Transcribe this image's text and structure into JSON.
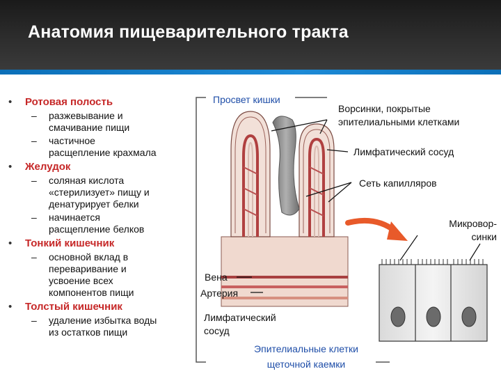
{
  "slide": {
    "title": "Анатомия пищеварительного тракта",
    "accent_color": "#0b6fb8",
    "bullet_color": "#c62828"
  },
  "outline": [
    {
      "heading": "Ротовая полость",
      "items": [
        [
          "разжевывание и",
          "смачивание пищи"
        ],
        [
          "частичное",
          "расщепление крахмала"
        ]
      ]
    },
    {
      "heading": "Желудок",
      "items": [
        [
          "соляная кислота",
          "«стерилизует» пищу и",
          "денатурирует белки"
        ],
        [
          "начинается",
          "расщепление белков"
        ]
      ]
    },
    {
      "heading": "Тонкий кишечник",
      "items": [
        [
          "основной вклад в",
          "переваривание и",
          "усвоение всех",
          "компонентов пищи"
        ]
      ]
    },
    {
      "heading": "Толстый кишечник",
      "items": [
        [
          "удаление избытка воды",
          "из остатков пищи"
        ]
      ]
    }
  ],
  "diagram": {
    "lumen": "Просвет кишки",
    "villi": [
      "Ворсинки, покрытые",
      "эпителиальными клетками"
    ],
    "lymph_vessel": "Лимфатический сосуд",
    "capillaries": "Сеть капилляров",
    "microvilli": [
      "Микровор-",
      "синки"
    ],
    "vein": "Вена",
    "artery": "Артерия",
    "lymph_duct": [
      "Лимфатический",
      "сосуд"
    ],
    "epithelial": [
      "Эпителиальные клетки",
      "щеточной каемки"
    ]
  }
}
